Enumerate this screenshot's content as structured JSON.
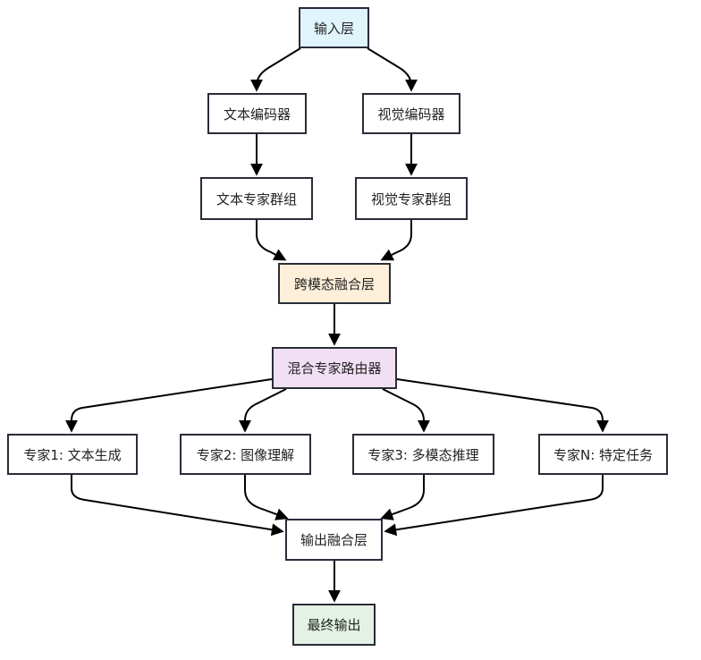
{
  "diagram": {
    "nodes": [
      {
        "id": "input",
        "label": "输入层",
        "fill": "#dff4fb"
      },
      {
        "id": "text_encoder",
        "label": "文本编码器",
        "fill": "#ffffff"
      },
      {
        "id": "vision_encoder",
        "label": "视觉编码器",
        "fill": "#ffffff"
      },
      {
        "id": "text_experts",
        "label": "文本专家群组",
        "fill": "#ffffff"
      },
      {
        "id": "vision_experts",
        "label": "视觉专家群组",
        "fill": "#ffffff"
      },
      {
        "id": "cross_modal",
        "label": "跨模态融合层",
        "fill": "#fdefd9"
      },
      {
        "id": "moe_router",
        "label": "混合专家路由器",
        "fill": "#f1dff4"
      },
      {
        "id": "expert1",
        "label": "专家1: 文本生成",
        "fill": "#ffffff"
      },
      {
        "id": "expert2",
        "label": "专家2: 图像理解",
        "fill": "#ffffff"
      },
      {
        "id": "expert3",
        "label": "专家3: 多模态推理",
        "fill": "#ffffff"
      },
      {
        "id": "expertN",
        "label": "专家N: 特定任务",
        "fill": "#ffffff"
      },
      {
        "id": "output_fusion",
        "label": "输出融合层",
        "fill": "#ffffff"
      },
      {
        "id": "final_output",
        "label": "最终输出",
        "fill": "#e3f2e4"
      }
    ],
    "edges": [
      {
        "from": "input",
        "to": "text_encoder"
      },
      {
        "from": "input",
        "to": "vision_encoder"
      },
      {
        "from": "text_encoder",
        "to": "text_experts"
      },
      {
        "from": "vision_encoder",
        "to": "vision_experts"
      },
      {
        "from": "text_experts",
        "to": "cross_modal"
      },
      {
        "from": "vision_experts",
        "to": "cross_modal"
      },
      {
        "from": "cross_modal",
        "to": "moe_router"
      },
      {
        "from": "moe_router",
        "to": "expert1"
      },
      {
        "from": "moe_router",
        "to": "expert2"
      },
      {
        "from": "moe_router",
        "to": "expert3"
      },
      {
        "from": "moe_router",
        "to": "expertN"
      },
      {
        "from": "expert1",
        "to": "output_fusion"
      },
      {
        "from": "expert2",
        "to": "output_fusion"
      },
      {
        "from": "expert3",
        "to": "output_fusion"
      },
      {
        "from": "expertN",
        "to": "output_fusion"
      },
      {
        "from": "output_fusion",
        "to": "final_output"
      }
    ],
    "colors": {
      "border": "#2b2b3a",
      "edge": "#000000"
    }
  }
}
